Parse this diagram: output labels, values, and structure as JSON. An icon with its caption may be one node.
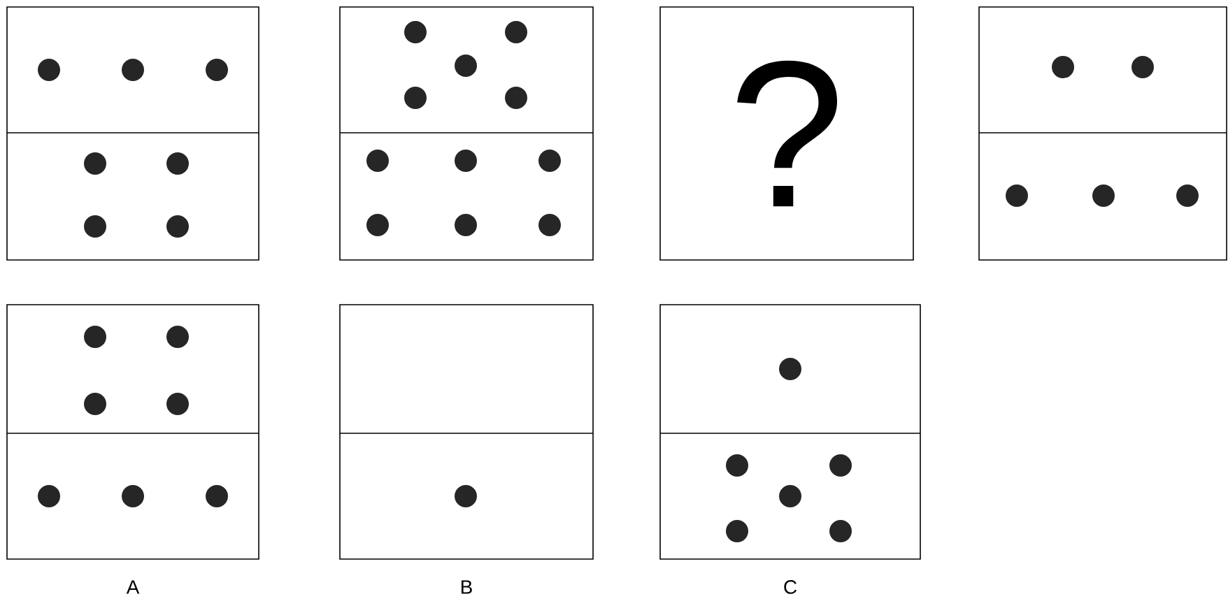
{
  "diagram": {
    "nodes": [
      {
        "text": [],
        "shape": "box"
      },
      {
        "text": [],
        "shape": "box"
      },
      {
        "text": [
          "?"
        ]
      },
      {
        "text": [],
        "shape": "box"
      },
      {
        "text": [],
        "shape": "box",
        "beside": [
          "A"
        ]
      },
      {
        "text": [],
        "shape": "box",
        "beside": [
          "B"
        ]
      },
      {
        "text": [],
        "shape": "box",
        "beside": [
          "C"
        ]
      }
    ]
  }
}
